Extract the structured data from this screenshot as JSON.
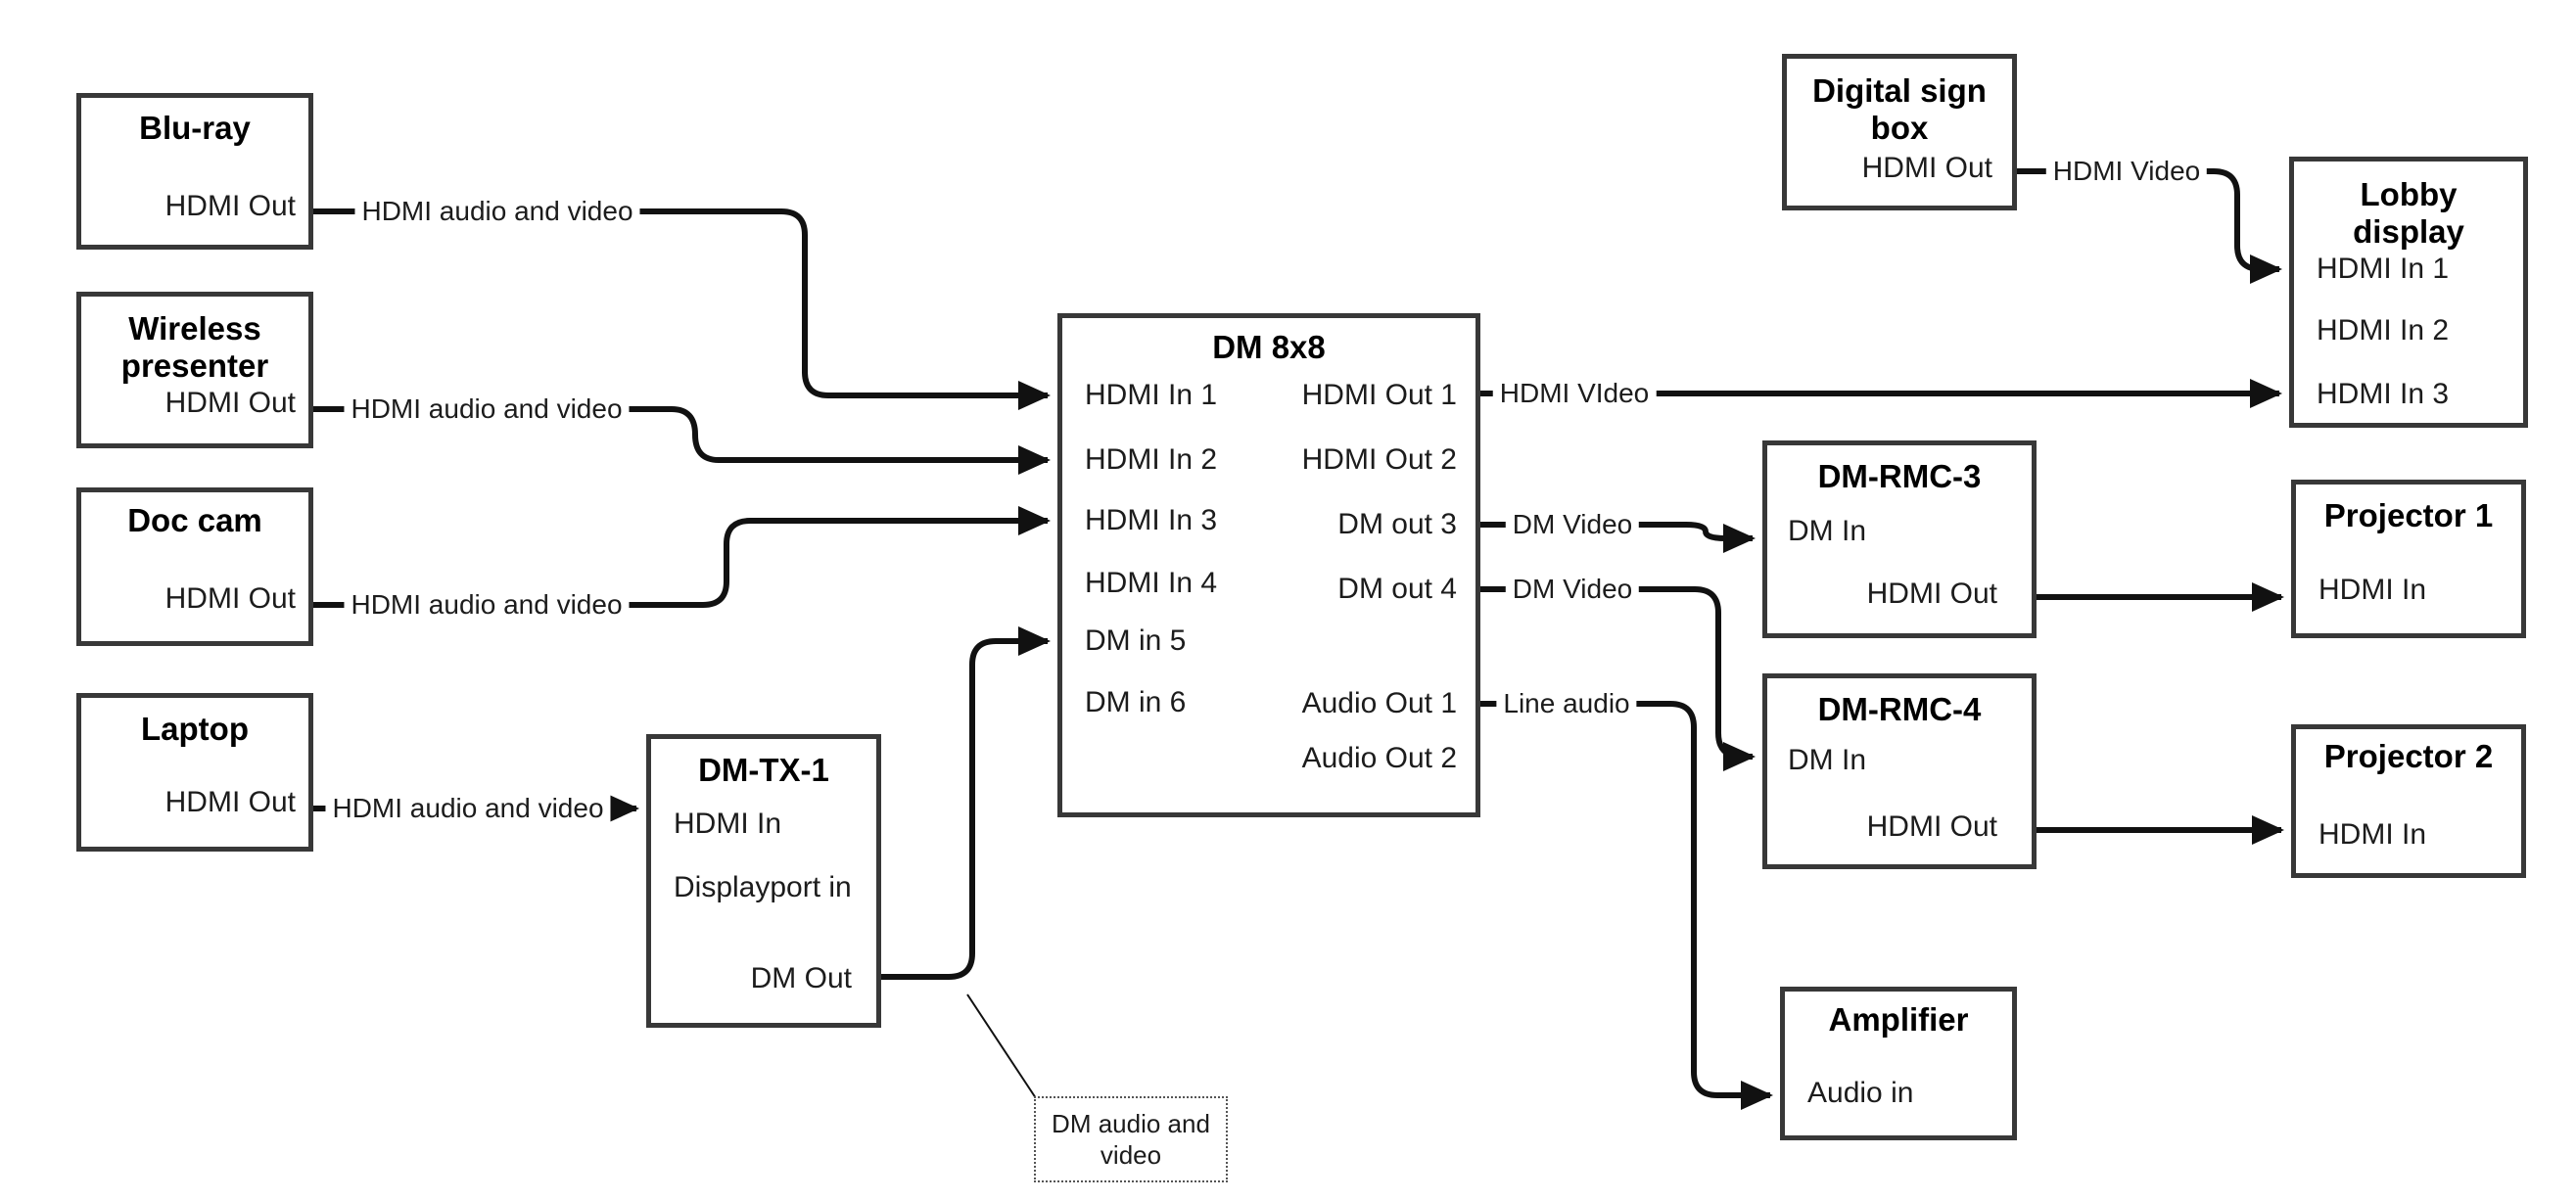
{
  "colors": {
    "ink": "#1c1c1c",
    "border": "#383838",
    "background": "#ffffff"
  },
  "boxes": {
    "bluray": {
      "title": "Blu-ray",
      "port_out": "HDMI Out"
    },
    "wireless": {
      "title": "Wireless presenter",
      "port_out": "HDMI Out"
    },
    "doccam": {
      "title": "Doc cam",
      "port_out": "HDMI Out"
    },
    "laptop": {
      "title": "Laptop",
      "port_out": "HDMI Out"
    },
    "dmtx1": {
      "title": "DM-TX-1",
      "port_hdmi_in": "HDMI In",
      "port_dp_in": "Displayport in",
      "port_dm_out": "DM Out"
    },
    "dm8x8": {
      "title": "DM 8x8",
      "inputs": [
        "HDMI In 1",
        "HDMI In 2",
        "HDMI In 3",
        "HDMI In 4",
        "DM in 5",
        "DM in 6"
      ],
      "outputs": [
        "HDMI Out 1",
        "HDMI Out 2",
        "DM out 3",
        "DM out 4",
        "Audio Out 1",
        "Audio Out 2"
      ]
    },
    "digisign": {
      "title": "Digital sign box",
      "port_out": "HDMI Out"
    },
    "lobby": {
      "title": "Lobby display",
      "inputs": [
        "HDMI In 1",
        "HDMI In 2",
        "HDMI In 3"
      ]
    },
    "rmc3": {
      "title": "DM-RMC-3",
      "port_in": "DM In",
      "port_out": "HDMI Out"
    },
    "rmc4": {
      "title": "DM-RMC-4",
      "port_in": "DM In",
      "port_out": "HDMI Out"
    },
    "proj1": {
      "title": "Projector 1",
      "port_in": "HDMI In"
    },
    "proj2": {
      "title": "Projector 2",
      "port_in": "HDMI In"
    },
    "amp": {
      "title": "Amplifier",
      "port_in": "Audio in"
    }
  },
  "cable_labels": {
    "bluray": "HDMI audio and video",
    "wireless": "HDMI audio and video",
    "doccam": "HDMI audio and video",
    "laptop": "HDMI audio and video",
    "hdmi_out1": "HDMI VIdeo",
    "dm_out3": "DM Video",
    "dm_out4": "DM Video",
    "audio_out1": "Line audio",
    "digisign": "HDMI Video",
    "note": "DM audio and video"
  }
}
